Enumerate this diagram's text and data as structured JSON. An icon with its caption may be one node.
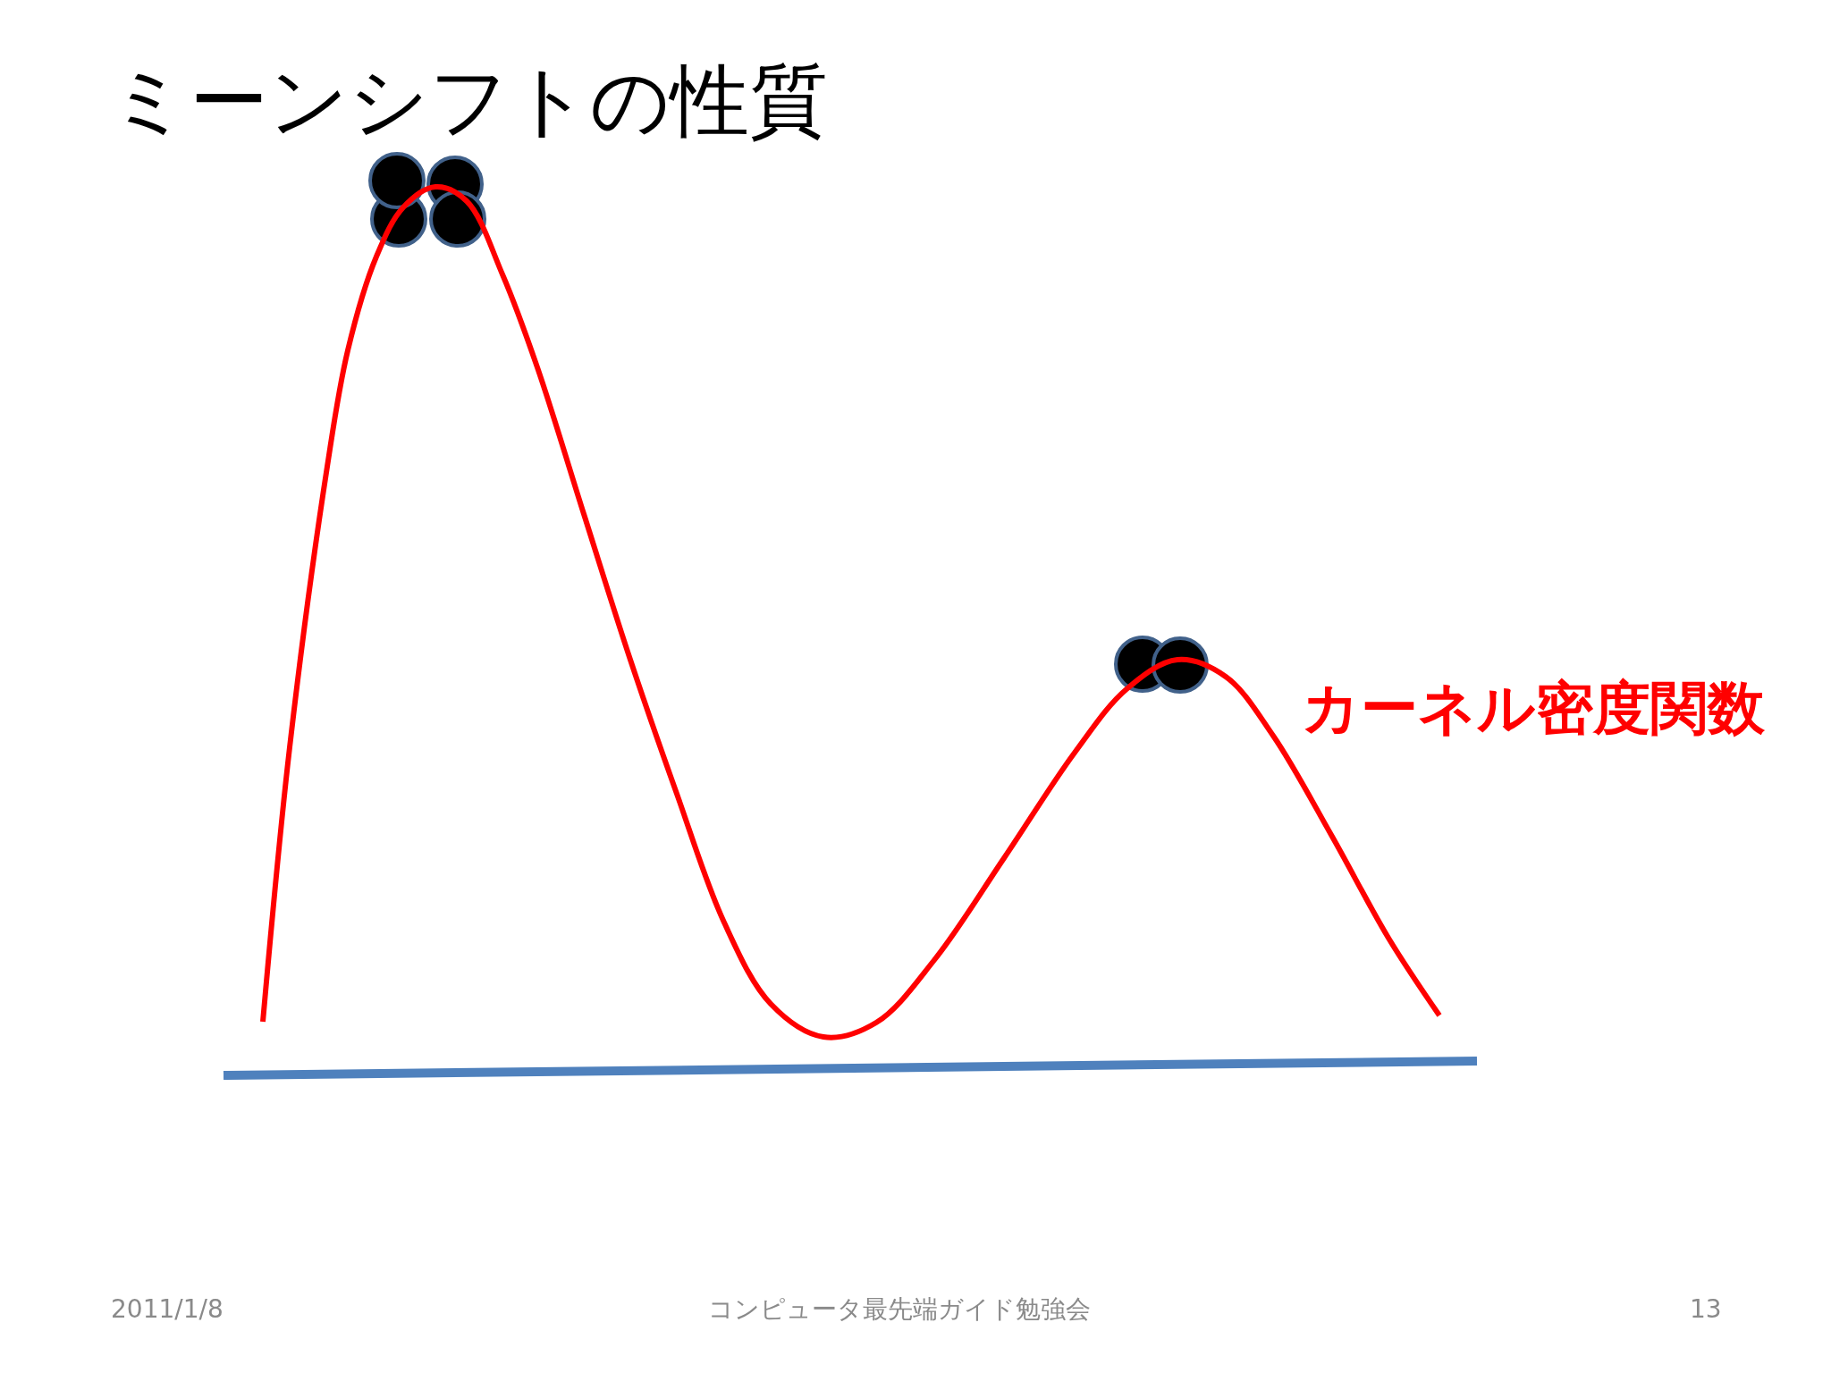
{
  "diagram": {
    "title": "ミーンシフトの性質",
    "labels": [
      "カーネル密度関数",
      "2011/1/8",
      "コンピュータ最先端ガイド勉強会",
      "13"
    ]
  }
}
